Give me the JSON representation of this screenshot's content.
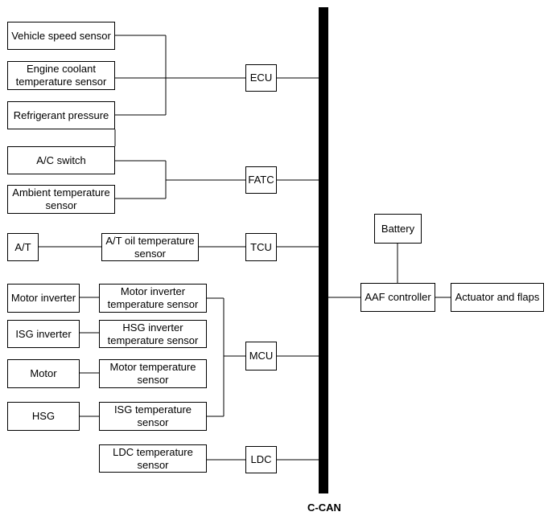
{
  "bus": {
    "label": "C-CAN"
  },
  "nodes": {
    "vehicle_speed_sensor": [
      "Vehicle speed sensor"
    ],
    "engine_coolant_temperature_sensor": [
      "Engine coolant",
      "temperature sensor"
    ],
    "refrigerant_pressure": [
      "Refrigerant pressure"
    ],
    "ac_switch": [
      "A/C switch"
    ],
    "ambient_temperature_sensor": [
      "Ambient temperature",
      "sensor"
    ],
    "ecu": [
      "ECU"
    ],
    "fatc": [
      "FATC"
    ],
    "at": [
      "A/T"
    ],
    "at_oil_temperature_sensor": [
      "A/T oil temperature",
      "sensor"
    ],
    "tcu": [
      "TCU"
    ],
    "motor_inverter": [
      "Motor inverter"
    ],
    "motor_inverter_temperature_sensor": [
      "Motor inverter",
      "temperature sensor"
    ],
    "isg_inverter": [
      "ISG inverter"
    ],
    "hsg_inverter_temperature_sensor": [
      "HSG inverter",
      "temperature sensor"
    ],
    "motor": [
      "Motor"
    ],
    "motor_temperature_sensor": [
      "Motor temperature",
      "sensor"
    ],
    "hsg": [
      "HSG"
    ],
    "isg_temperature_sensor": [
      "ISG temperature",
      "sensor"
    ],
    "mcu": [
      "MCU"
    ],
    "ldc_temperature_sensor": [
      "LDC temperature",
      "sensor"
    ],
    "ldc": [
      "LDC"
    ],
    "battery": [
      "Battery"
    ],
    "aaf_controller": [
      "AAF controller"
    ],
    "actuator_and_flaps": [
      "Actuator and flaps"
    ]
  },
  "colors": {
    "line": "#000000",
    "background": "#ffffff"
  }
}
